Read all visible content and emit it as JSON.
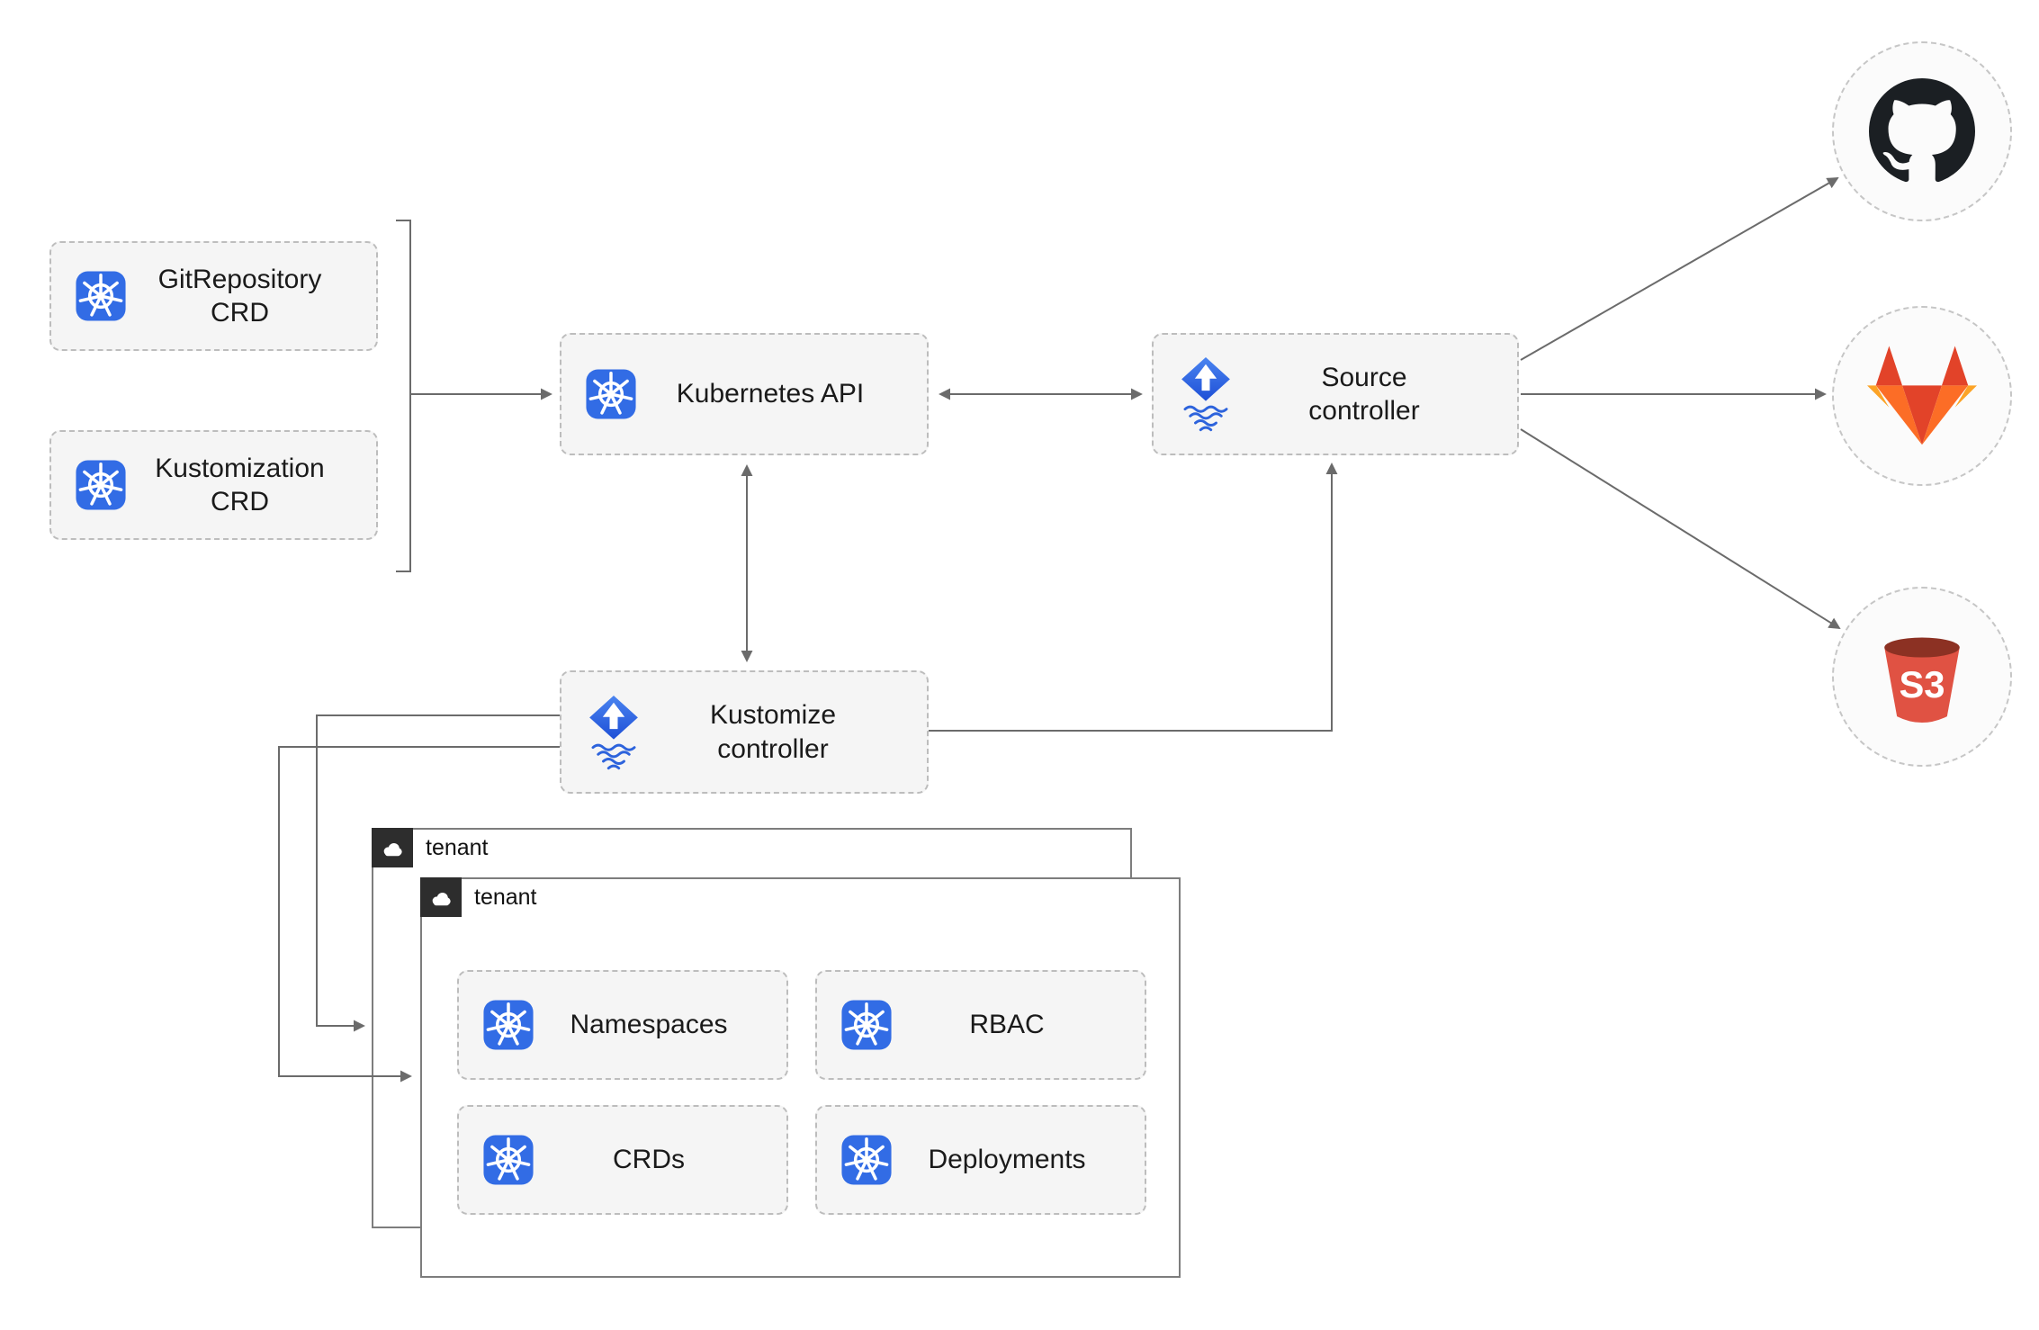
{
  "nodes": {
    "gitrepository_crd": {
      "label": "GitRepository CRD",
      "icon": "kubernetes-icon"
    },
    "kustomization_crd": {
      "label": "Kustomization CRD",
      "icon": "kubernetes-icon"
    },
    "kubernetes_api": {
      "label": "Kubernetes API",
      "icon": "kubernetes-icon"
    },
    "source_controller": {
      "label": "Source controller",
      "icon": "flux-icon"
    },
    "kustomize_controller": {
      "label": "Kustomize controller",
      "icon": "flux-icon"
    },
    "github": {
      "icon": "github-icon"
    },
    "gitlab": {
      "icon": "gitlab-icon"
    },
    "s3": {
      "icon": "s3-icon",
      "label": "S3"
    },
    "tenant_back": {
      "label": "tenant",
      "icon": "cloud-icon"
    },
    "tenant_front": {
      "label": "tenant",
      "icon": "cloud-icon"
    },
    "namespaces": {
      "label": "Namespaces",
      "icon": "kubernetes-icon"
    },
    "rbac": {
      "label": "RBAC",
      "icon": "kubernetes-icon"
    },
    "crds": {
      "label": "CRDs",
      "icon": "kubernetes-icon"
    },
    "deployments": {
      "label": "Deployments",
      "icon": "kubernetes-icon"
    }
  },
  "edges": [
    {
      "from": "crd-group",
      "to": "kubernetes-api",
      "style": "arrow"
    },
    {
      "from": "kubernetes-api",
      "to": "source-controller",
      "style": "double-arrow"
    },
    {
      "from": "kubernetes-api",
      "to": "kustomize-controller",
      "style": "double-arrow"
    },
    {
      "from": "kustomize-controller",
      "to": "source-controller",
      "style": "arrow"
    },
    {
      "from": "source-controller",
      "to": "github",
      "style": "arrow"
    },
    {
      "from": "source-controller",
      "to": "gitlab",
      "style": "arrow"
    },
    {
      "from": "source-controller",
      "to": "s3",
      "style": "arrow"
    },
    {
      "from": "kustomize-controller",
      "to": "tenant-back",
      "style": "arrow"
    },
    {
      "from": "kustomize-controller",
      "to": "tenant-front",
      "style": "arrow"
    }
  ],
  "colors": {
    "kubernetes_blue": "#326CE5",
    "flux_blue": "#2D63DC",
    "github_black": "#1B1F23",
    "gitlab_red": "#E24329",
    "gitlab_orange": "#FC6D26",
    "gitlab_light_orange": "#FCA326",
    "s3_red": "#E05243",
    "s3_dark_red": "#8C3123",
    "node_background": "#F5F5F5",
    "node_border": "#BDBDBD",
    "tenant_header_background": "#2D2D2D",
    "connector_gray": "#6B6B6B"
  }
}
